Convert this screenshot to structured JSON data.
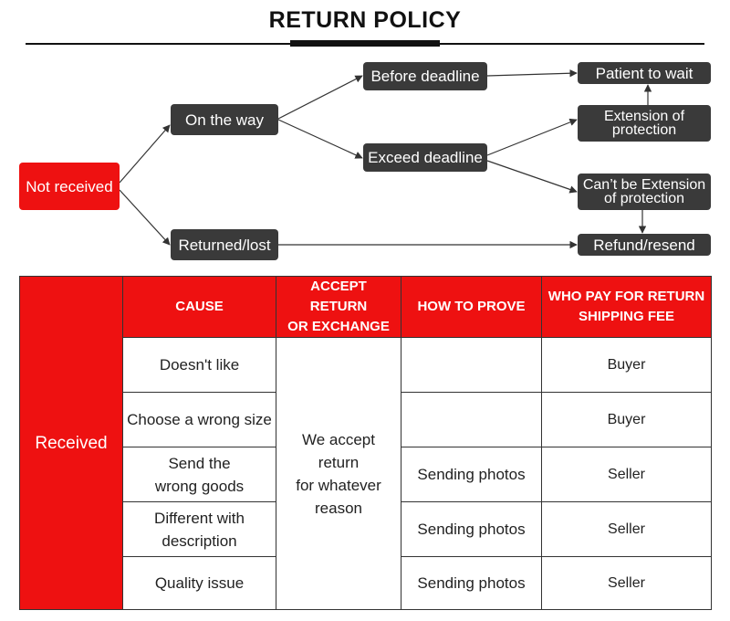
{
  "title": "RETURN POLICY",
  "flow": {
    "not_received": "Not received",
    "on_the_way": "On the way",
    "returned_lost": "Returned/lost",
    "before_deadline": "Before deadline",
    "exceed_deadline": "Exceed deadline",
    "patient_to_wait": "Patient to wait",
    "extension_of_protection": "Extension of\nprotection",
    "cant_be_extension": "Can’t be Extension\nof protection",
    "refund_resend": "Refund/resend"
  },
  "table": {
    "received_label": "Received",
    "headers": {
      "cause": "CAUSE",
      "accept": "ACCEPT RETURN\nOR EXCHANGE",
      "prove": "HOW TO PROVE",
      "who_pay": "WHO PAY FOR RETURN\nSHIPPING FEE"
    },
    "accept_text": "We accept\nreturn\nfor whatever\nreason",
    "rows": [
      {
        "cause": "Doesn't like",
        "prove": "",
        "payer": "Buyer"
      },
      {
        "cause": "Choose a wrong size",
        "prove": "",
        "payer": "Buyer"
      },
      {
        "cause": "Send the\nwrong goods",
        "prove": "Sending photos",
        "payer": "Seller"
      },
      {
        "cause": "Different with\ndescription",
        "prove": "Sending photos",
        "payer": "Seller"
      },
      {
        "cause": "Quality issue",
        "prove": "Sending photos",
        "payer": "Seller"
      }
    ]
  },
  "colors": {
    "accent_red": "#ee1111",
    "node_dark": "#3a3a3a"
  }
}
